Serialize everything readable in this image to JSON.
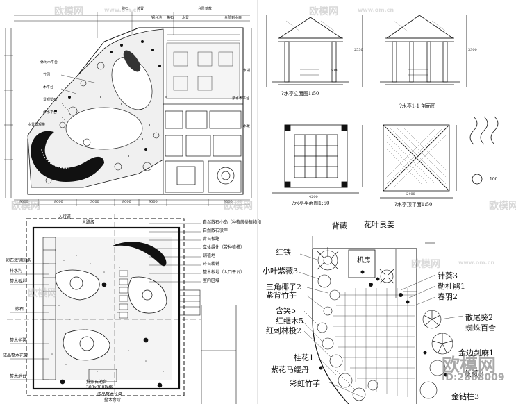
{
  "watermark": {
    "brand": "欧模网",
    "url": "www.om.cn",
    "id_text": "ID:2868009",
    "brand_large": "欧模网"
  },
  "q1_site_plan": {
    "top_labels": [
      "雕石",
      "装置",
      "钢台池",
      "格石",
      "水景",
      "台阶落款",
      "台阶到水来"
    ],
    "left_labels": [
      "休闲木平台",
      "竹园",
      "木平台",
      "景观塑石",
      "涉水平台",
      "水景景观带"
    ],
    "right_labels": [
      "水湖",
      "亲水木平台",
      "水景"
    ],
    "bottom_dims": [
      "9000",
      "8000",
      "3000",
      "8000",
      "9000",
      "9000"
    ]
  },
  "q2_pavilion": {
    "elevation_caption": "?水亭立面图1:50",
    "section_caption": "?水亭1-1    剖面图",
    "plan_caption": "?水亭平面图1:50",
    "roof_caption": "?水亭顶平面1:50",
    "detail_caption": "100",
    "dims": [
      "4200",
      "2400",
      "600",
      "3300",
      "2530"
    ]
  },
  "q3_garden_plan": {
    "legend": [
      "自然散石小岛（种植蕨类植物和",
      "自然散石驳岸",
      "青石板路",
      "立体绿化（带种植槽）",
      "铺植地",
      "碎石栽铺",
      "整木板地（入口平台）",
      "室内区域"
    ],
    "left_labels": [
      "卵石栽铺园路",
      "排水沟",
      "整木板地",
      "嵌石",
      "整木坐凳",
      "成品整木花架",
      "整木地台"
    ],
    "top_labels": [
      "入行道",
      "大跌级"
    ],
    "bottom_labels": [
      "抵卵石池台",
      "300x300规格",
      "成品整木长凳",
      "整木台阶"
    ]
  },
  "q4_planting": {
    "plants_top": [
      "背蕨",
      "花叶良姜"
    ],
    "plants_left": [
      "红铁",
      "小叶紫薇3",
      "三角椰子2",
      "紫背竹芋",
      "含笑5",
      "红继木5",
      "红刺林投2",
      "桂花1",
      "紫花马缨丹",
      "彩虹竹芋"
    ],
    "plants_right": [
      "针葵3",
      "勒杜鹃1",
      "春羽2",
      "散尾葵2",
      "蜘蛛百合",
      "金边剑麻1",
      "灰莉3",
      "金钻柱3"
    ],
    "room": "机房"
  }
}
